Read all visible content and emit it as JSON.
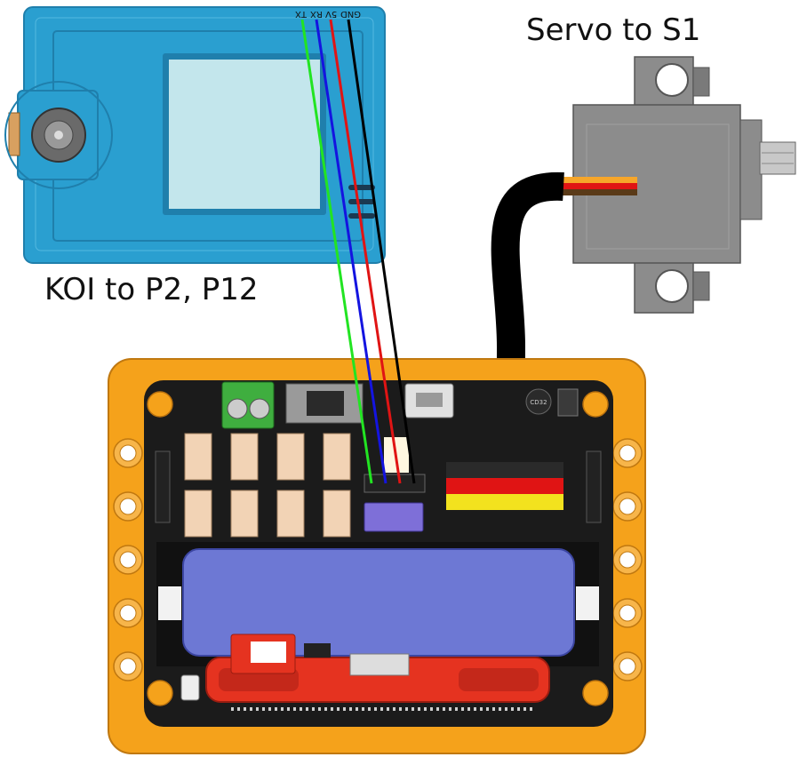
{
  "labels": {
    "servo": "Servo to S1",
    "koi": "KOI to P2, P12"
  },
  "koi_pins": [
    "GND",
    "5V",
    "RX",
    "TX"
  ],
  "chip_label": "CD32",
  "colors": {
    "koi_body": "#2a9fd0",
    "koi_dark": "#1f7fac",
    "koi_screen": "#c3e6ec",
    "board_frame": "#f5a21b",
    "board_pcb": "#1b1b1b",
    "battery": "#6d78d4",
    "wire_tx": "#22e422",
    "wire_rx": "#1414e0",
    "wire_5v": "#e01414",
    "wire_gnd": "#000000",
    "servo_body": "#8c8c8c",
    "servo_connector": "#f6a62a",
    "microbit": "#e53320"
  }
}
